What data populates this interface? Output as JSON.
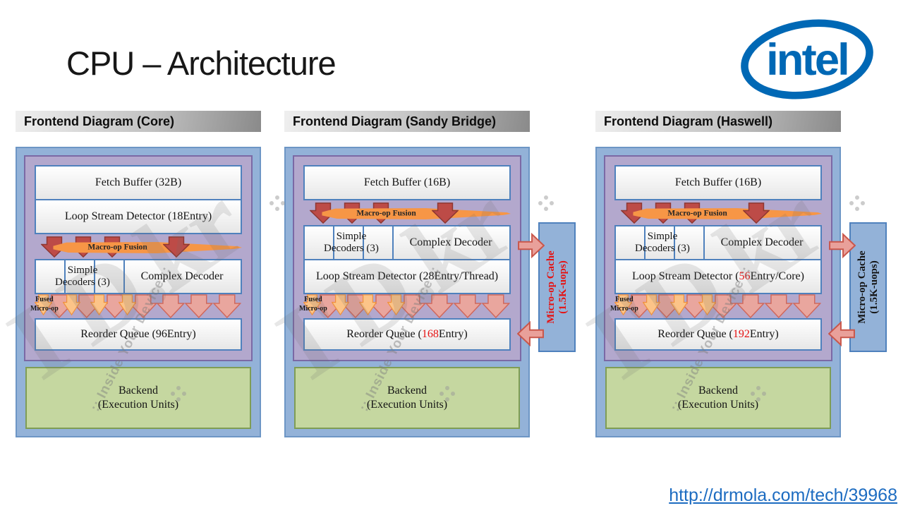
{
  "slide": {
    "title": "CPU – Architecture",
    "source_link": "http://drmola.com/tech/39968"
  },
  "logo": {
    "text": "intel",
    "color": "#0068b5"
  },
  "watermark": {
    "big": "I'D.kr",
    "small": ":: Inside Your Device ::"
  },
  "labels": {
    "macro_op_fusion": "Macro-op Fusion",
    "fused_line1": "Fused",
    "fused_line2": "Micro-op",
    "simple_line1": "Simple",
    "simple_line2": "Decoders (3)",
    "complex_decoder": "Complex Decoder",
    "backend_line1": "Backend",
    "backend_line2": "(Execution Units)"
  },
  "panels": [
    {
      "header": "Frontend Diagram (Core)",
      "fetch_buffer": "Fetch Buffer (32B)",
      "lsd_pre": "Loop Stream Detector (",
      "lsd_num": "18",
      "lsd_post": " Entry)",
      "reorder_pre": "Reorder Queue (",
      "reorder_num": "96",
      "reorder_post": " Entry)"
    },
    {
      "header": "Frontend Diagram (Sandy Bridge)",
      "fetch_buffer": "Fetch Buffer (16B)",
      "lsd_pre": "Loop Stream Detector (",
      "lsd_num": "28",
      "lsd_post": " Entry/Thread)",
      "reorder_pre": "Reorder Queue (",
      "reorder_num": "168",
      "reorder_post": " Entry)",
      "cache_line1": "Micro-op Cache",
      "cache_line2": "(1.5K-uops)"
    },
    {
      "header": "Frontend Diagram (Haswell)",
      "fetch_buffer": "Fetch Buffer (16B)",
      "lsd_pre": "Loop Stream Detector (",
      "lsd_num": "56",
      "lsd_post": " Entry/Core)",
      "reorder_pre": "Reorder Queue (",
      "reorder_num": "192",
      "reorder_post": " Entry)",
      "cache_line1": "Micro-op Cache",
      "cache_line2": "(1.5K-uops)"
    }
  ],
  "colors": {
    "intel_blue": "#0068b5",
    "link_blue": "#1d6cc1",
    "red_highlight": "#e51313",
    "panel_blue": "#93b2d8",
    "panel_purple": "#b3a8cd",
    "box_border_blue": "#4f81bd",
    "backend_green": "#c5d7a0",
    "arrow_red": "#bd4b47",
    "arrow_salmon": "#e9a69e",
    "arrow_orange": "#f79646"
  }
}
